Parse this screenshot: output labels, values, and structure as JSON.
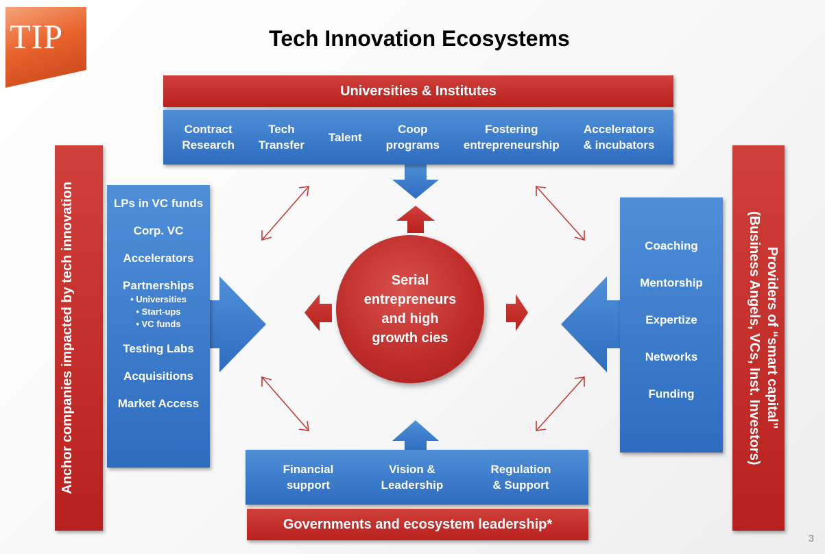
{
  "logo": "TIP",
  "title": "Tech Innovation Ecosystems",
  "universities": {
    "header": "Universities & Institutes",
    "items": [
      "Contract\nResearch",
      "Tech\nTransfer",
      "Talent",
      "Coop\nprograms",
      "Fostering\nentrepreneurship",
      "Accelerators\n& incubators"
    ]
  },
  "anchor": {
    "label": "Anchor companies impacted by tech innovation",
    "items": [
      "LPs in VC funds",
      "Corp. VC",
      "Accelerators",
      "Partnerships"
    ],
    "sub_items": [
      "• Universities",
      "• Start-ups",
      "• VC funds"
    ],
    "items_after": [
      "Testing Labs",
      "Acquisitions",
      "Market Access"
    ]
  },
  "center": "Serial entrepreneurs and high growth cies",
  "capital": {
    "label_line1": "Providers of “smart capital”",
    "label_line2": "(Business Angels, VCs, Inst. Investors)",
    "items": [
      "Coaching",
      "Mentorship",
      "Expertize",
      "Networks",
      "Funding"
    ]
  },
  "government": {
    "header": "Governments and ecosystem leadership*",
    "items": [
      "Financial\nsupport",
      "Vision &\nLeadership",
      "Regulation\n& Support"
    ]
  },
  "page_number": "3",
  "colors": {
    "red": "#b8201d",
    "blue": "#2e6cbf"
  }
}
